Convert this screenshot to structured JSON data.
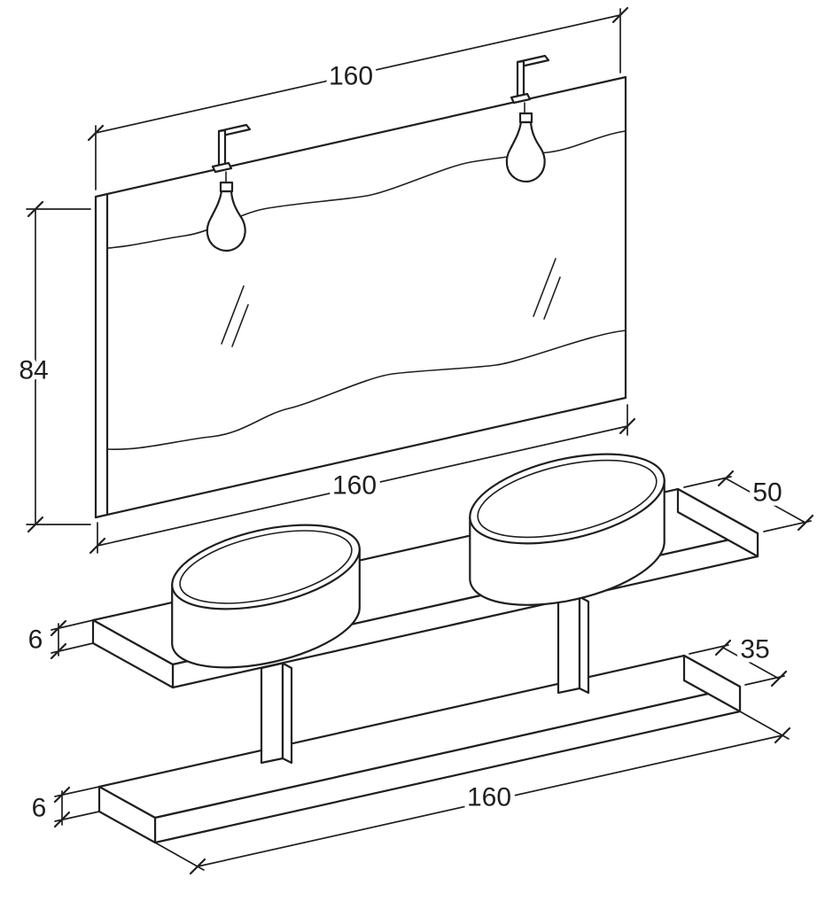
{
  "diagram": {
    "labels": {
      "mirror_width": "160",
      "mirror_height": "84",
      "counter_width": "160",
      "counter_depth": "50",
      "counter_thickness": "6",
      "lower_shelf_depth": "35",
      "lower_shelf_thickness": "6",
      "lower_shelf_width": "160"
    },
    "colors": {
      "line": "#1f1f1f",
      "background": "#ffffff",
      "text": "#1f1f1f"
    }
  }
}
